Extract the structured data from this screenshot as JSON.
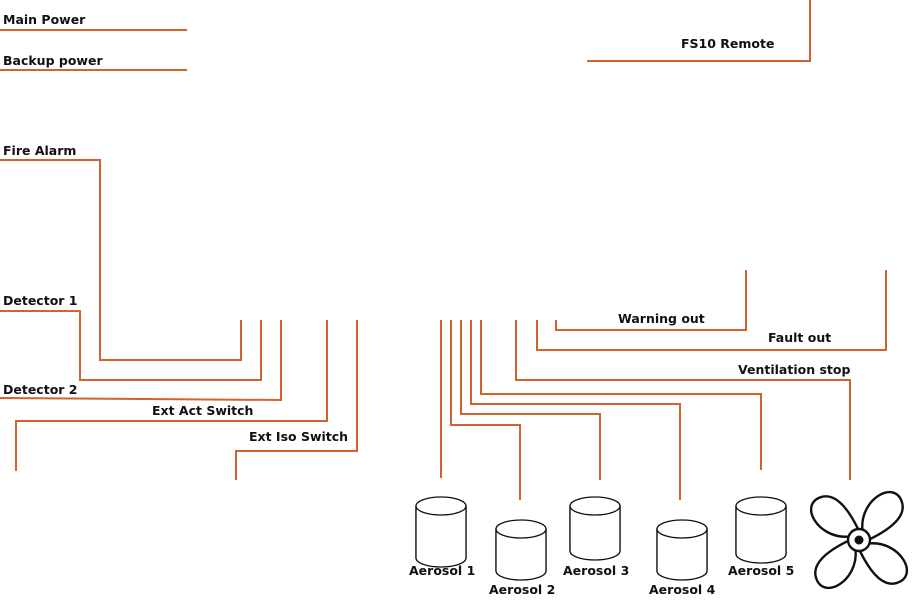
{
  "colors": {
    "wire": "#d2622e",
    "outline": "#111111",
    "background": "#ffffff"
  },
  "labels": {
    "main_power": "Main Power",
    "backup_power": "Backup power",
    "fire_alarm": "Fire Alarm",
    "detector_1": "Detector 1",
    "detector_2": "Detector 2",
    "ext_act_switch": "Ext Act Switch",
    "ext_iso_switch": "Ext Iso Switch",
    "fs10_remote": "FS10 Remote",
    "warning_out": "Warning out",
    "fault_out": "Fault out",
    "ventilation_stop": "Ventilation stop",
    "aerosol_1": "Aerosol 1",
    "aerosol_2": "Aerosol 2",
    "aerosol_3": "Aerosol 3",
    "aerosol_4": "Aerosol 4",
    "aerosol_5": "Aerosol 5"
  },
  "icons": {
    "cylinder": "aerosol-cylinder-icon",
    "fan": "ventilation-fan-icon"
  }
}
